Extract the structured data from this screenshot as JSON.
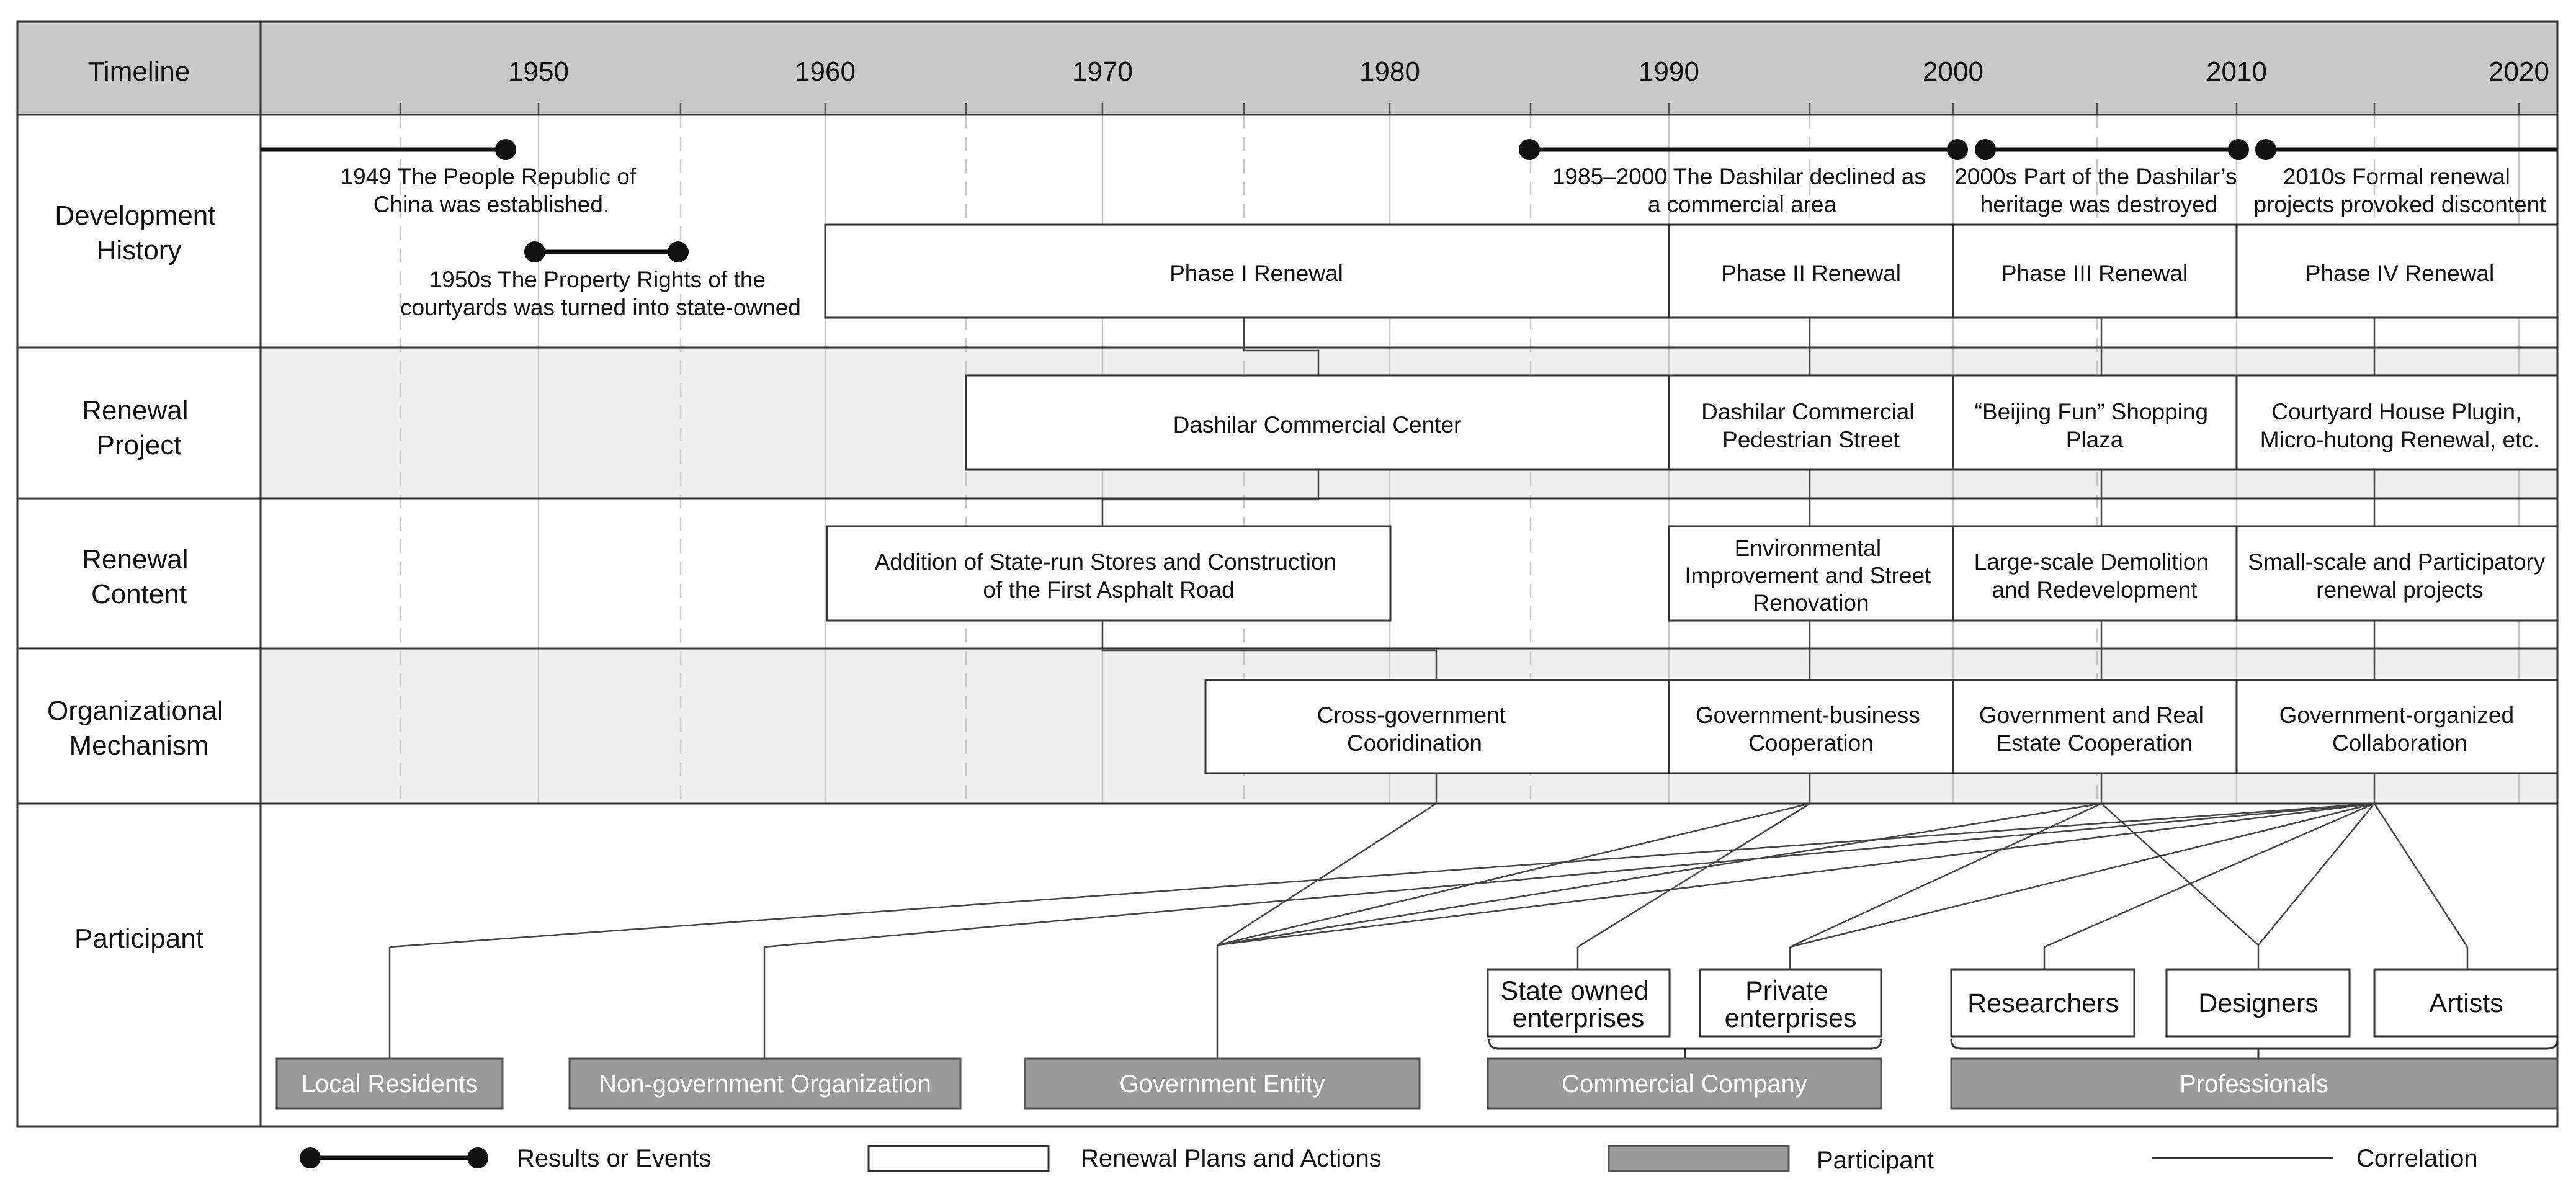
{
  "header": {
    "timeline_label": "Timeline",
    "years": [
      "1950",
      "1960",
      "1970",
      "1980",
      "1990",
      "2000",
      "2010",
      "2020"
    ]
  },
  "rows": {
    "development_history": [
      "Development",
      "History"
    ],
    "renewal_project": [
      "Renewal",
      "Project"
    ],
    "renewal_content": [
      "Renewal",
      "Content"
    ],
    "organizational_mechanism": [
      "Organizational",
      "Mechanism"
    ],
    "participant": [
      "Participant"
    ]
  },
  "events": [
    [
      "1949 The People Republic of",
      "China was established."
    ],
    [
      "1950s The Property Rights of the",
      "courtyards was turned into state-owned"
    ],
    [
      "1985–2000 The Dashilar declined as",
      "a commercial area"
    ],
    [
      "2000s Part of the Dashilar’s",
      "heritage was destroyed"
    ],
    [
      "2010s Formal renewal",
      "projects provoked discontent"
    ]
  ],
  "phases": [
    "Phase I Renewal",
    "Phase II Renewal",
    "Phase III Renewal",
    "Phase IV Renewal"
  ],
  "projects": [
    [
      "Dashilar Commercial Center"
    ],
    [
      "Dashilar Commercial",
      "Pedestrian Street"
    ],
    [
      "“Beijing Fun” Shopping",
      "Plaza"
    ],
    [
      "Courtyard House Plugin,",
      "Micro-hutong Renewal, etc."
    ]
  ],
  "contents": [
    [
      "Addition of State-run Stores and Construction",
      "of the First Asphalt Road"
    ],
    [
      "Environmental",
      "Improvement and Street",
      "Renovation"
    ],
    [
      "Large-scale Demolition",
      "and Redevelopment"
    ],
    [
      "Small-scale and Participatory",
      "renewal projects"
    ]
  ],
  "mechanisms": [
    [
      "Cross-government",
      "Cooridination"
    ],
    [
      "Government-business",
      "Cooperation"
    ],
    [
      "Government and Real",
      "Estate Cooperation"
    ],
    [
      "Government-organized",
      "Collaboration"
    ]
  ],
  "participants": [
    "Local Residents",
    "Non-government Organization",
    "Government Entity",
    "Commercial Company",
    "Professionals"
  ],
  "sub_participants": {
    "commercial": [
      [
        "State owned",
        "enterprises"
      ],
      [
        "Private",
        "enterprises"
      ]
    ],
    "professionals": [
      "Researchers",
      "Designers",
      "Artists"
    ]
  },
  "legend": {
    "events": "Results or Events",
    "plans": "Renewal Plans and Actions",
    "participant": "Participant",
    "correlation": "Correlation"
  }
}
